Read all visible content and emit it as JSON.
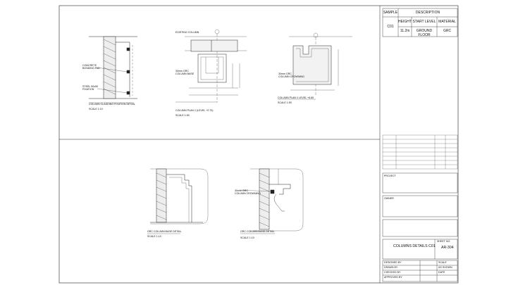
{
  "schedule": {
    "sample_header": "SAMPLE",
    "description_header": "DESCRIPTION",
    "height_header": "HEIGHT",
    "start_level_header": "START LEVEL",
    "material_header": "MATERIAL",
    "code": "C01",
    "height_value": "11.2m",
    "start_level_value": "GROUND FLOOR",
    "material_value": "GRC"
  },
  "details": {
    "d1": {
      "title": "COLUMN CLADDING FIXATION DETAIL",
      "scale": "SCALE 1:10",
      "label_concrete": "CONCRETE",
      "label_concrete2": "BONDING PAD",
      "label_steel": "STEEL 50x50",
      "label_steel2": "FIXATION"
    },
    "d2": {
      "title": "COLUMN PLAN // (LEVEL +2.70)",
      "scale": "SCALE 1:50",
      "label_existing": "EXISTING COLUMN",
      "label_grc": "30mm GRC",
      "label_grc2": "COLUMN BASE"
    },
    "d3": {
      "title": "COLUMN PLAN // LEVEL +6.60",
      "scale": "SCALE 1:50",
      "label_grc": "30mm GRC",
      "label_grc2": "COLUMN CROWNING"
    },
    "d4": {
      "title": "GRC COLUMN BASE DETAIL",
      "scale": "SCALE 1:10"
    },
    "d5": {
      "title": "GRC COLUMN BASE DETAIL",
      "scale": "SCALE 1:10",
      "label_grc": "30mm GRC",
      "label_grc2": "COLUMN CROWNING"
    }
  },
  "title_block": {
    "project_label": "PROJECT",
    "owner_label": "OWNER",
    "drawing_title": "COLUMNS DETAILS C01",
    "sheet_no_label": "SHEET NO.",
    "sheet_no": "AR-304",
    "designed_by": "DESIGNED BY",
    "drawn_by": "DRAWN BY",
    "checked_by": "CHECKED BY",
    "approved_by": "APPROVED BY",
    "scale_label": "SCALE",
    "scale_value": "AS SHOWN",
    "date_label": "DATE"
  }
}
